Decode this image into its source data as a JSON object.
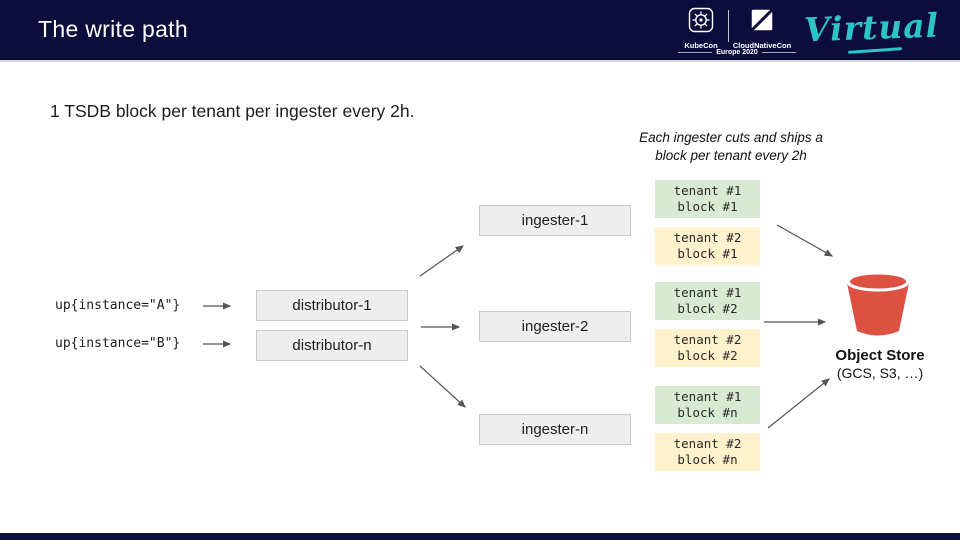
{
  "colors": {
    "header_bg": "#0d0d3d",
    "accent_teal": "#2bc4c8",
    "bucket_red": "#dd5143",
    "block_green": "#d9ead3",
    "block_yellow": "#fff2cc",
    "node_gray": "#eeeeee",
    "arrow_gray": "#555555"
  },
  "header": {
    "title": "The write path",
    "logos": {
      "kubecon": "KubeCon",
      "cloudnativecon": "CloudNativeCon"
    },
    "event_edition": "Europe 2020",
    "virtual_label": "Virtual"
  },
  "main": {
    "subtitle": "1 TSDB block per tenant per ingester every 2h.",
    "annotation_line1": "Each ingester cuts and ships a",
    "annotation_line2": "block per tenant every 2h"
  },
  "diagram": {
    "queries": [
      {
        "label": "up{instance=\"A\"}"
      },
      {
        "label": "up{instance=\"B\"}"
      }
    ],
    "distributors": [
      {
        "label": "distributor-1"
      },
      {
        "label": "distributor-n"
      }
    ],
    "ingesters": [
      {
        "label": "ingester-1"
      },
      {
        "label": "ingester-2"
      },
      {
        "label": "ingester-n"
      }
    ],
    "tenant_blocks": [
      {
        "line1": "tenant #1",
        "line2": "block #1",
        "color": "green"
      },
      {
        "line1": "tenant #2",
        "line2": "block #1",
        "color": "yellow"
      },
      {
        "line1": "tenant #1",
        "line2": "block #2",
        "color": "green"
      },
      {
        "line1": "tenant #2",
        "line2": "block #2",
        "color": "yellow"
      },
      {
        "line1": "tenant #1",
        "line2": "block #n",
        "color": "green"
      },
      {
        "line1": "tenant #2",
        "line2": "block #n",
        "color": "yellow"
      }
    ],
    "object_store": {
      "title": "Object Store",
      "subtitle": "(GCS, S3, …)"
    }
  }
}
